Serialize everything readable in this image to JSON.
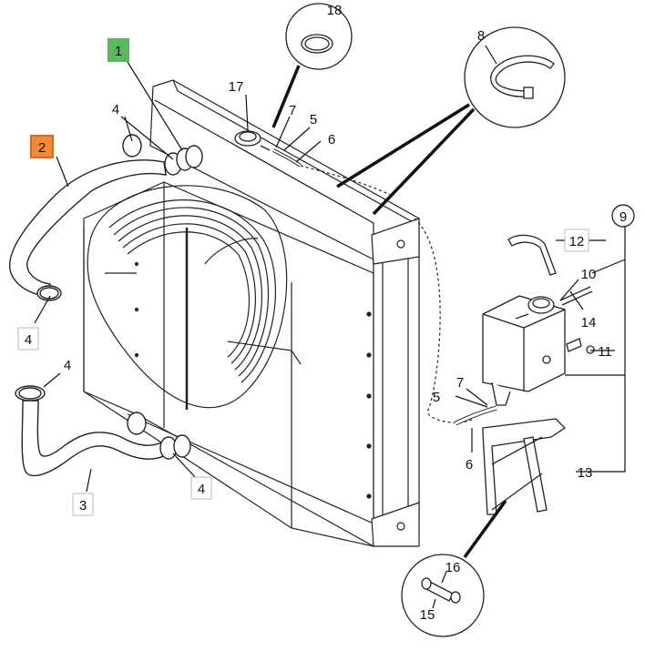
{
  "callouts": {
    "c1": "1",
    "c2": "2",
    "c3": "3",
    "c4a": "4",
    "c4b": "4",
    "c4c": "4",
    "c4d": "4",
    "c5a": "5",
    "c5b": "5",
    "c6a": "6",
    "c6b": "6",
    "c7a": "7",
    "c7b": "7",
    "c8": "8",
    "c9": "9",
    "c10": "10",
    "c11": "11",
    "c12": "12",
    "c13": "13",
    "c14": "14",
    "c15": "15",
    "c16": "16",
    "c17": "17",
    "c18": "18"
  },
  "highlights": {
    "part1_color": "#5cb85c",
    "part2_color": "#f0893a"
  }
}
